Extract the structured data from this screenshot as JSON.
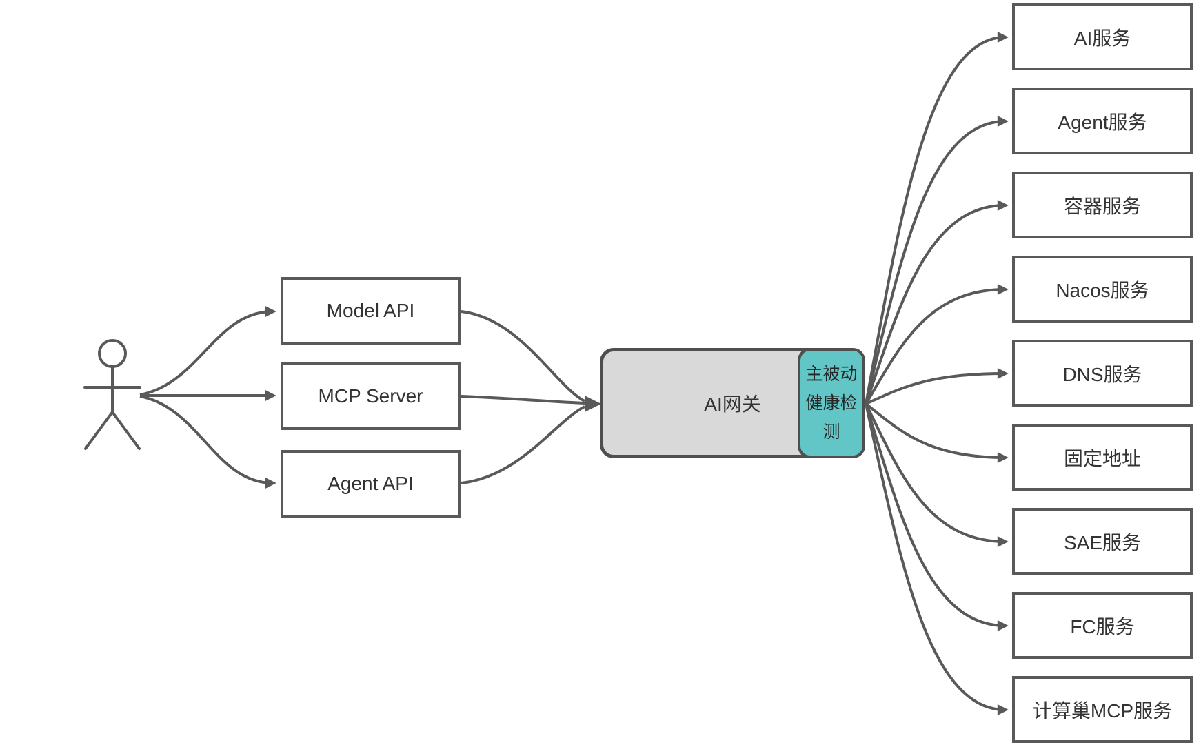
{
  "inputs": [
    {
      "label": "Model API"
    },
    {
      "label": "MCP Server"
    },
    {
      "label": "Agent API"
    }
  ],
  "gateway": {
    "label": "AI网关"
  },
  "health_check": {
    "label": "主被动健康检测",
    "lines": [
      "主被动",
      "健康检",
      "测"
    ]
  },
  "services": [
    {
      "label": "AI服务"
    },
    {
      "label": "Agent服务"
    },
    {
      "label": "容器服务"
    },
    {
      "label": "Nacos服务"
    },
    {
      "label": "DNS服务"
    },
    {
      "label": "固定地址"
    },
    {
      "label": "SAE服务"
    },
    {
      "label": "FC服务"
    },
    {
      "label": "计算巢MCP服务"
    }
  ],
  "colors": {
    "line": "#595959",
    "gateway_fill": "#d9d9d9",
    "health_fill": "#63c6c6",
    "text": "#333333",
    "background": "#ffffff"
  }
}
